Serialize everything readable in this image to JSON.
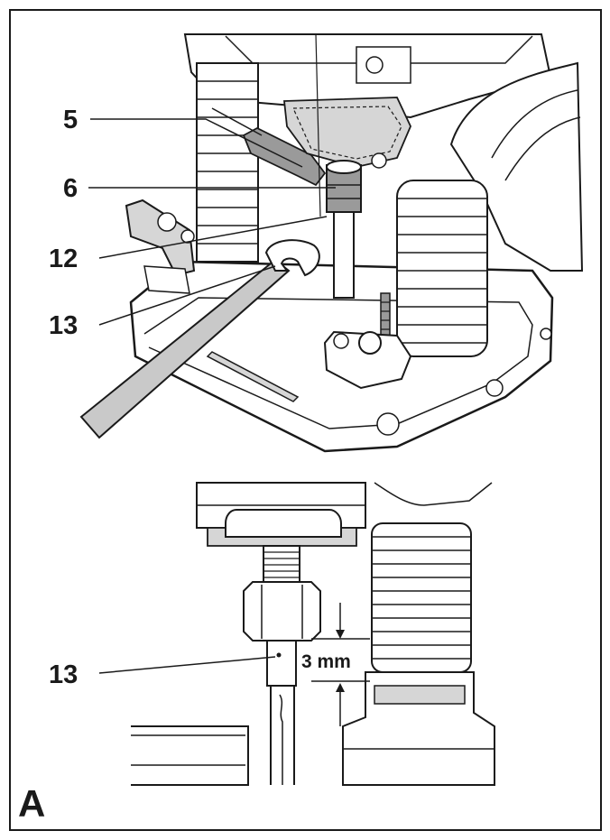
{
  "colors": {
    "ink": "#1a1a1a",
    "wrench": "#c9c9c9",
    "shade": "#d6d6d6",
    "background": "#ffffff"
  },
  "callouts": {
    "top": [
      {
        "id": "5",
        "label": "5"
      },
      {
        "id": "6",
        "label": "6"
      },
      {
        "id": "12",
        "label": "12"
      },
      {
        "id": "13",
        "label": "13"
      }
    ],
    "bottom": [
      {
        "id": "13b",
        "label": "13"
      }
    ]
  },
  "dimension": {
    "label": "3 mm"
  },
  "panel_letter": "A"
}
